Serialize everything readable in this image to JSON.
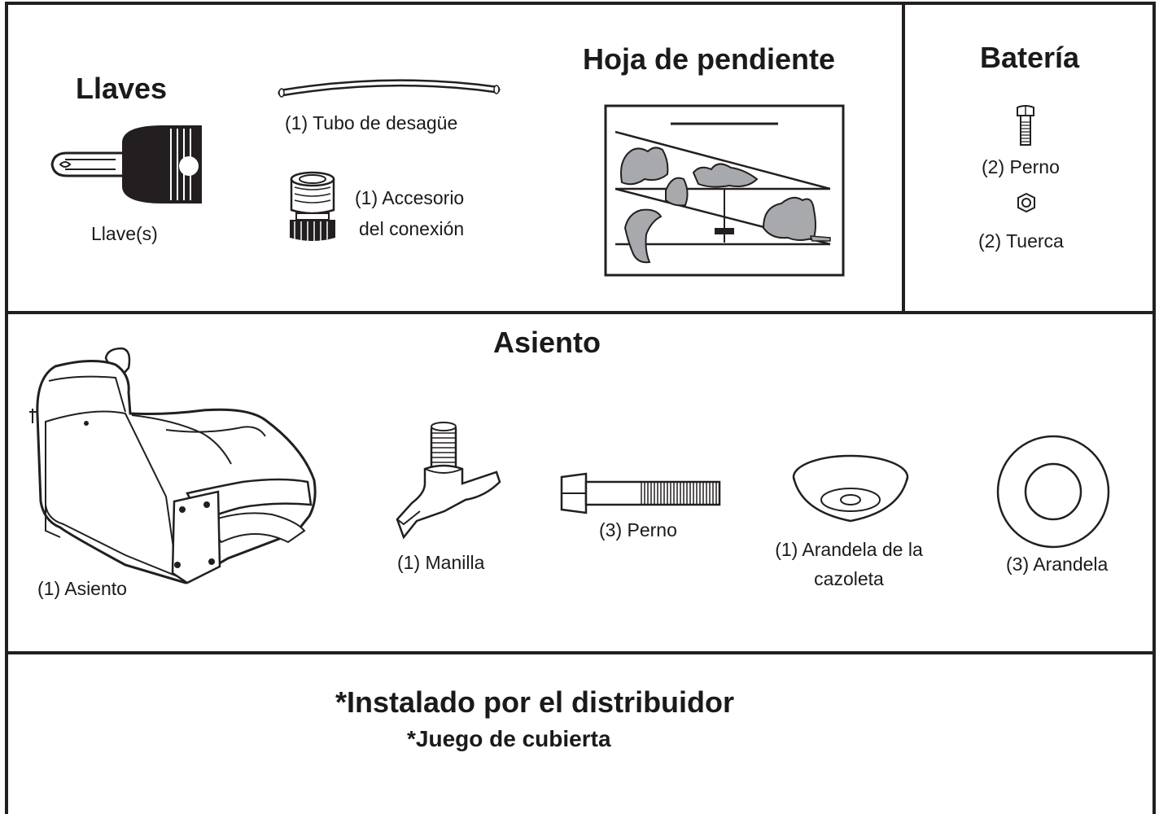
{
  "top": {
    "llaves": {
      "title": "Llaves",
      "key_label": "Llave(s)",
      "tube_label": "(1) Tubo de desagüe",
      "fitting_label_1": "(1) Accesorio",
      "fitting_label_2": "del conexión"
    },
    "slope": {
      "title": "Hoja de pendiente"
    },
    "bateria": {
      "title": "Batería",
      "bolt_label": "(2) Perno",
      "nut_label": "(2) Tuerca"
    }
  },
  "asiento": {
    "title": "Asiento",
    "seat_label": "(1) Asiento",
    "knob_label": "(1) Manilla",
    "bolt_label": "(3) Perno",
    "cup_washer_label_1": "(1) Arandela de la",
    "cup_washer_label_2": "cazoleta",
    "washer_label": "(3) Arandela"
  },
  "footer": {
    "line1": "*Instalado por el distribuidor",
    "line2": "*Juego de cubierta"
  },
  "colors": {
    "line": "#231f20",
    "fill_gray": "#a7a9ac",
    "key_black": "#231f20"
  }
}
